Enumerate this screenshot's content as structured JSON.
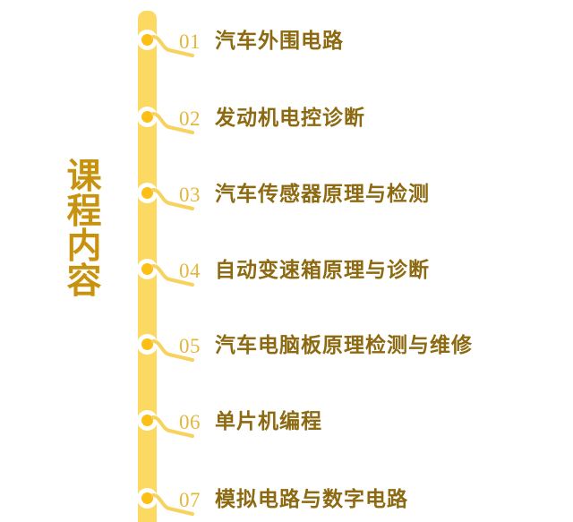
{
  "title": {
    "text": "课程内容",
    "chars": [
      "课",
      "程",
      "内",
      "容"
    ],
    "orientation": "vertical",
    "color": "#c89211"
  },
  "theme": {
    "background": "#ffffff",
    "spine_color": "#fbd963",
    "node_ring_color": "#ffffff",
    "node_core_color": "#fbbf16",
    "connector_color": "#f7d25f",
    "index_color": "#e3b63c",
    "label_color": "#8d6a11"
  },
  "timeline": {
    "items": [
      {
        "index": "01",
        "label": "汽车外围电路"
      },
      {
        "index": "02",
        "label": "发动机电控诊断"
      },
      {
        "index": "03",
        "label": "汽车传感器原理与检测"
      },
      {
        "index": "04",
        "label": "自动变速箱原理与诊断"
      },
      {
        "index": "05",
        "label": "汽车电脑板原理检测与维修"
      },
      {
        "index": "06",
        "label": "单片机编程"
      },
      {
        "index": "07",
        "label": "模拟电路与数字电路"
      }
    ]
  }
}
